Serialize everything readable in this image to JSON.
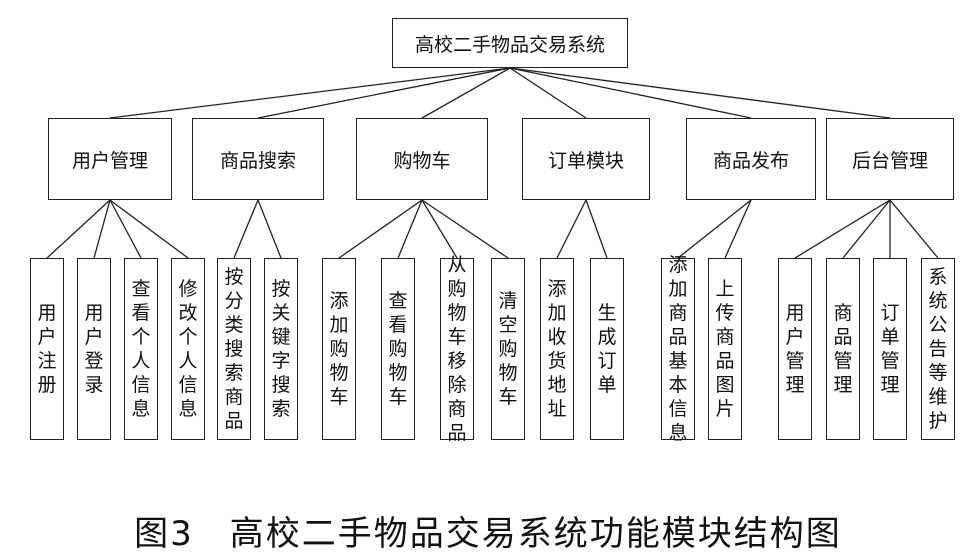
{
  "root": "高校二手物品交易系统",
  "modules": [
    {
      "label": "用户管理",
      "children": [
        "用户注册",
        "用户登录",
        "查看个人信息",
        "修改个人信息"
      ]
    },
    {
      "label": "商品搜索",
      "children": [
        "按分类搜索商品",
        "按关键字搜索"
      ]
    },
    {
      "label": "购物车",
      "children": [
        "添加购物车",
        "查看购物车",
        "从购物车移除商品",
        "清空购物车"
      ]
    },
    {
      "label": "订单模块",
      "children": [
        "添加收货地址",
        "生成订单"
      ]
    },
    {
      "label": "商品发布",
      "children": [
        "添加商品基本信息",
        "上传商品图片"
      ]
    },
    {
      "label": "后台管理",
      "children": [
        "用户管理",
        "商品管理",
        "订单管理",
        "系统公告等维护"
      ]
    }
  ],
  "caption": "图3　高校二手物品交易系统功能模块结构图"
}
